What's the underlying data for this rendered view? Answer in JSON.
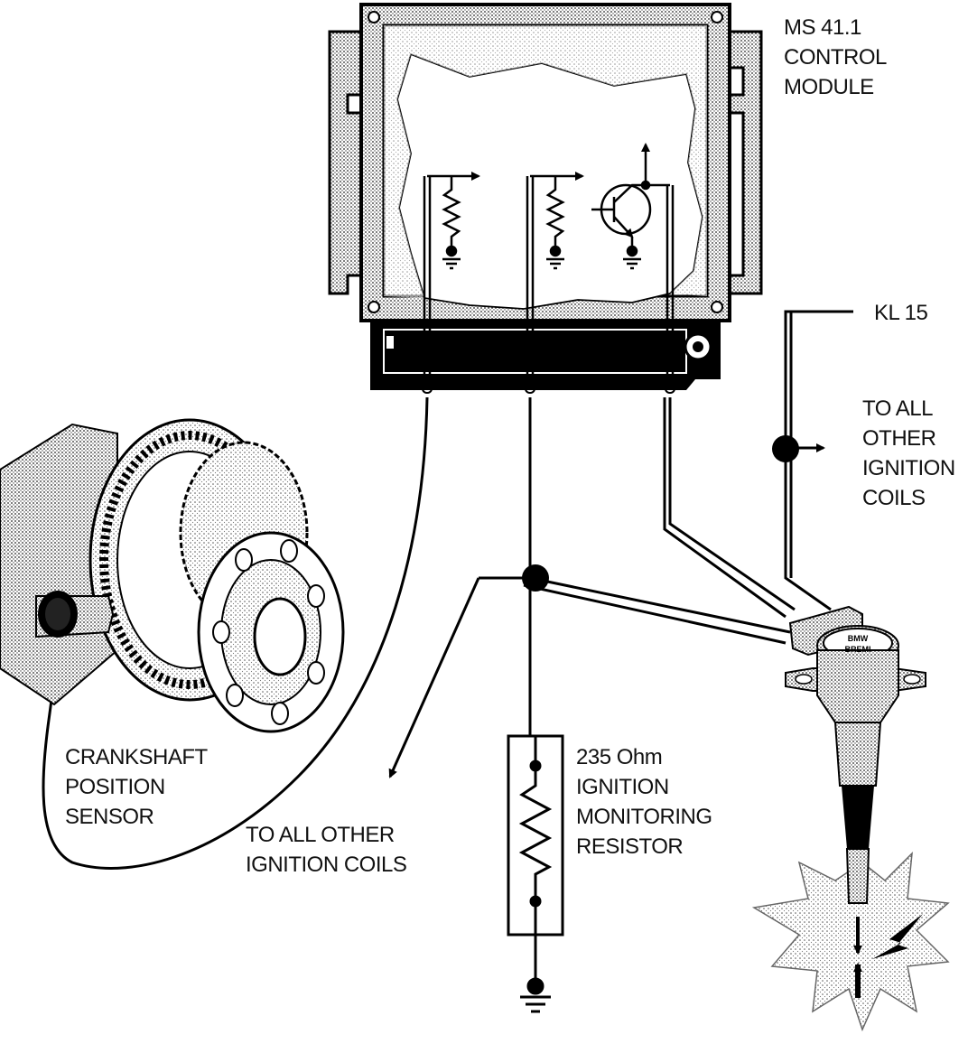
{
  "labels": {
    "control_module": [
      "MS 41.1",
      "CONTROL",
      "MODULE"
    ],
    "kl15": "KL 15",
    "to_all_other_coils_right": [
      "TO ALL",
      "OTHER",
      "IGNITION",
      "COILS"
    ],
    "crankshaft_sensor": [
      "CRANKSHAFT",
      "POSITION",
      "SENSOR"
    ],
    "to_all_other_coils_bottom": [
      "TO ALL OTHER",
      "IGNITION COILS"
    ],
    "monitoring_resistor": [
      "235 Ohm",
      "IGNITION",
      "MONITORING",
      "RESISTOR"
    ]
  },
  "coil_marking": [
    "BMW",
    "BREMI"
  ]
}
